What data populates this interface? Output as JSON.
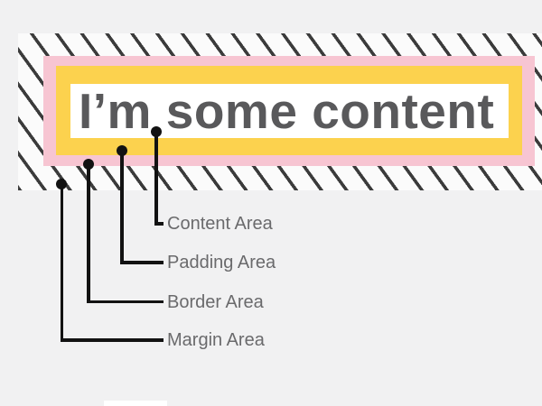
{
  "diagram": {
    "content_text": "I’m some content",
    "areas": {
      "content": {
        "label": "Content Area"
      },
      "padding": {
        "label": "Padding Area"
      },
      "border": {
        "label": "Border Area"
      },
      "margin": {
        "label": "Margin Area"
      }
    },
    "colors": {
      "page_background": "#F1F1F2",
      "margin_hatch_background": "#FBFBFB",
      "hatch_line": "#3B3B3B",
      "border_area_pink": "#F7C5D2",
      "padding_area_yellow": "#FCD24E",
      "content_background": "#FFFFFF",
      "content_text_color": "#59595B",
      "label_color": "#6A6A6C",
      "leader_line_color": "#121212"
    }
  }
}
